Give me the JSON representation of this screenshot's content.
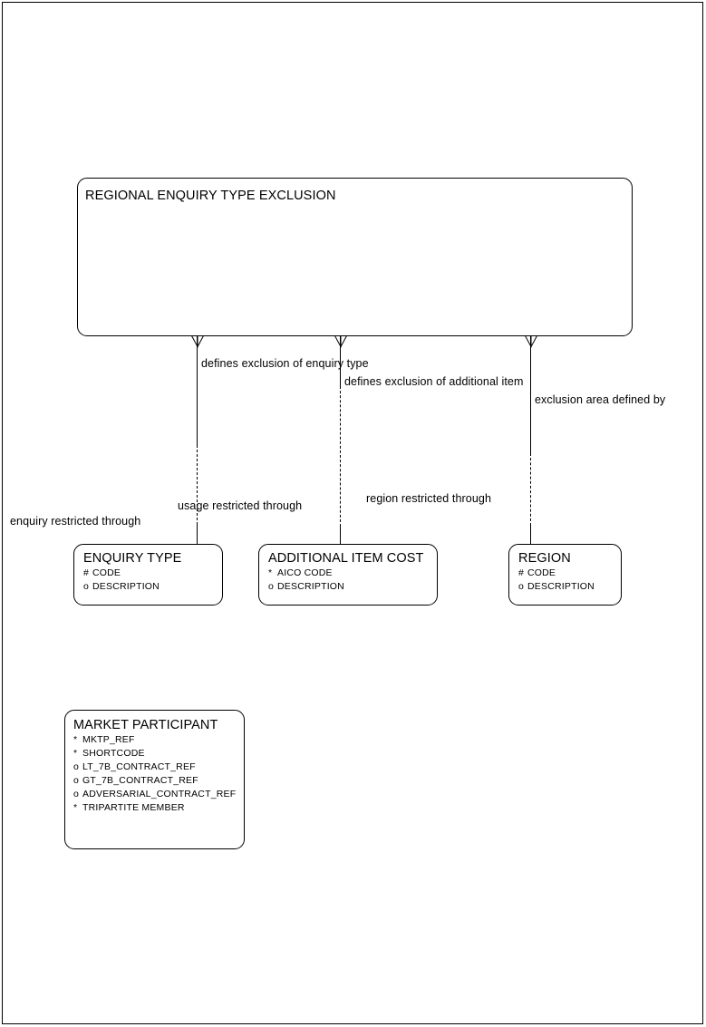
{
  "diagram": {
    "type": "entity-relationship",
    "notation": "barker",
    "master_entity": {
      "name": "REGIONAL ENQUIRY TYPE EXCLUSION",
      "attributes": []
    },
    "entities": [
      {
        "id": "enquiry-type",
        "name": "ENQUIRY TYPE",
        "attributes": [
          {
            "marker": "#",
            "name": "CODE"
          },
          {
            "marker": "o",
            "name": "DESCRIPTION"
          }
        ]
      },
      {
        "id": "additional-item-cost",
        "name": "ADDITIONAL ITEM COST",
        "attributes": [
          {
            "marker": "*",
            "name": "AICO CODE"
          },
          {
            "marker": "o",
            "name": "DESCRIPTION"
          }
        ]
      },
      {
        "id": "region",
        "name": "REGION",
        "attributes": [
          {
            "marker": "#",
            "name": "CODE"
          },
          {
            "marker": "o",
            "name": "DESCRIPTION"
          }
        ]
      },
      {
        "id": "market-participant",
        "name": "MARKET PARTICIPANT",
        "attributes": [
          {
            "marker": "*",
            "name": "MKTP_REF"
          },
          {
            "marker": "*",
            "name": "SHORTCODE"
          },
          {
            "marker": "o",
            "name": "LT_7B_CONTRACT_REF"
          },
          {
            "marker": "o",
            "name": "GT_7B_CONTRACT_REF"
          },
          {
            "marker": "o",
            "name": "ADVERSARIAL_CONTRACT_REF"
          },
          {
            "marker": "*",
            "name": "TRIPARTITE MEMBER"
          }
        ]
      }
    ],
    "relationships": [
      {
        "id": "enquiry-type-rel",
        "from_label": "defines exclusion of enquiry type",
        "to_label": "enquiry restricted through",
        "from": "REGIONAL ENQUIRY TYPE EXCLUSION",
        "to": "ENQUIRY TYPE"
      },
      {
        "id": "additional-item-rel",
        "from_label": "defines exclusion of additional item",
        "to_label": "usage restricted through",
        "from": "REGIONAL ENQUIRY TYPE EXCLUSION",
        "to": "ADDITIONAL ITEM COST"
      },
      {
        "id": "region-rel",
        "from_label": "exclusion area defined by",
        "to_label": "region restricted through",
        "from": "REGIONAL ENQUIRY TYPE EXCLUSION",
        "to": "REGION"
      }
    ],
    "colors": {
      "line": "#000000",
      "text": "#000000",
      "background": "#ffffff"
    }
  }
}
